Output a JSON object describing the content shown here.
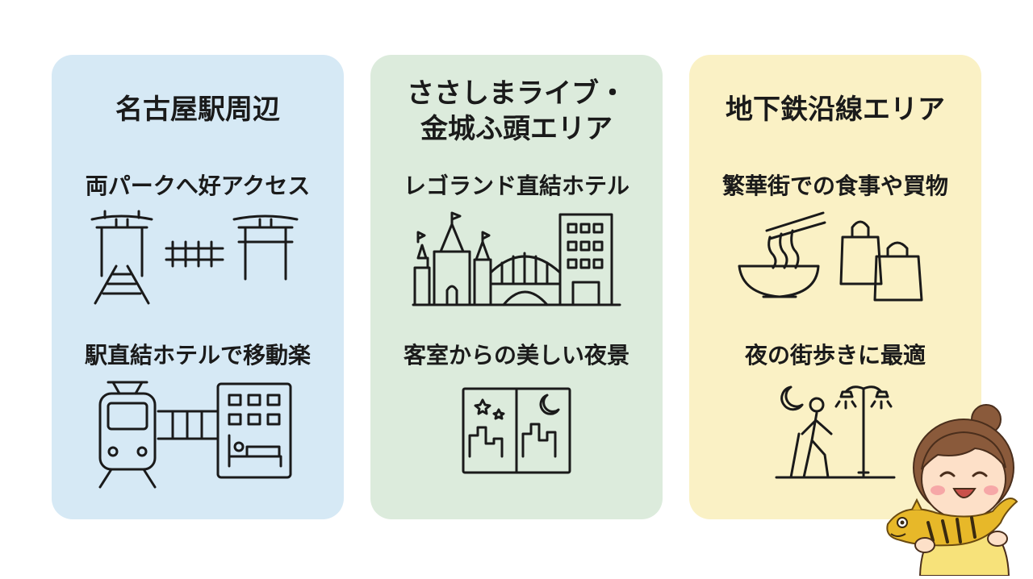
{
  "cards": [
    {
      "title": "名古屋駅周辺",
      "feature_a": "両パークへ好アクセス",
      "icon_a": "torii-railway-icon",
      "feature_b": "駅直結ホテルで移動楽",
      "icon_b": "train-hotel-icon",
      "color": "#d6e9f5"
    },
    {
      "title": "ささしまライブ・\n金城ふ頭エリア",
      "feature_a": "レゴランド直結ホテル",
      "icon_a": "castle-bridge-building-icon",
      "feature_b": "客室からの美しい夜景",
      "icon_b": "night-view-window-icon",
      "color": "#dcebdc"
    },
    {
      "title": "地下鉄沿線エリア",
      "feature_a": "繁華街での食事や買物",
      "icon_a": "ramen-shopping-icon",
      "feature_b": "夜の街歩きに最適",
      "icon_b": "night-walk-icon",
      "color": "#faf1c5"
    }
  ],
  "mascot_icon": "girl-with-shachihoko-icon"
}
